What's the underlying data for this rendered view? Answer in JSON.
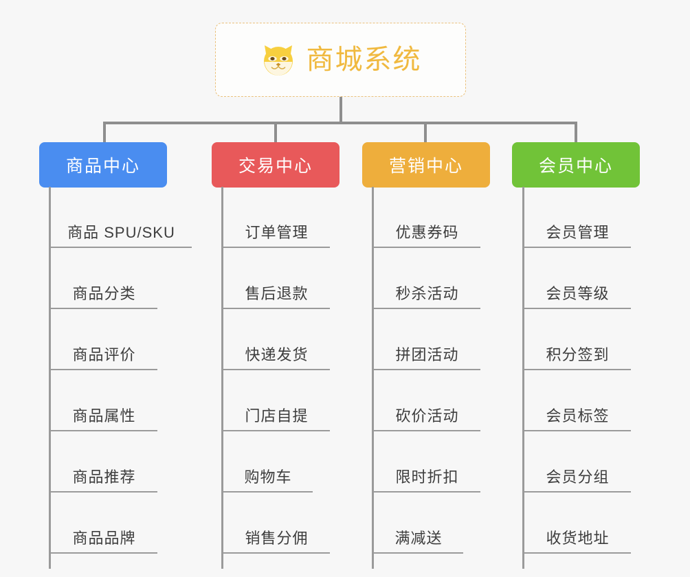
{
  "root": {
    "title": "商城系统",
    "icon": "shiba-dog-icon",
    "title_color": "#f0b93f",
    "border_color": "#eac07a",
    "background": "#fdfdfc"
  },
  "canvas": {
    "background": "#f7f7f7",
    "connector_color": "#8e8e8e",
    "divider_color": "#9a9a9a",
    "item_text_color": "#3d3d3d"
  },
  "chart_data": {
    "type": "diagram",
    "title": "商城系统",
    "layout": "top-down-org-tree",
    "branch_count": 4,
    "branches": [
      {
        "label": "商品中心",
        "color": "#4a8df0",
        "items": [
          "商品 SPU/SKU",
          "商品分类",
          "商品评价",
          "商品属性",
          "商品推荐",
          "商品品牌"
        ]
      },
      {
        "label": "交易中心",
        "color": "#e8595a",
        "items": [
          "订单管理",
          "售后退款",
          "快递发货",
          "门店自提",
          "购物车",
          "销售分佣"
        ]
      },
      {
        "label": "营销中心",
        "color": "#eeae3c",
        "items": [
          "优惠券码",
          "秒杀活动",
          "拼团活动",
          "砍价活动",
          "限时折扣",
          "满减送"
        ]
      },
      {
        "label": "会员中心",
        "color": "#71c338",
        "items": [
          "会员管理",
          "会员等级",
          "积分签到",
          "会员标签",
          "会员分组",
          "收货地址"
        ]
      }
    ]
  }
}
